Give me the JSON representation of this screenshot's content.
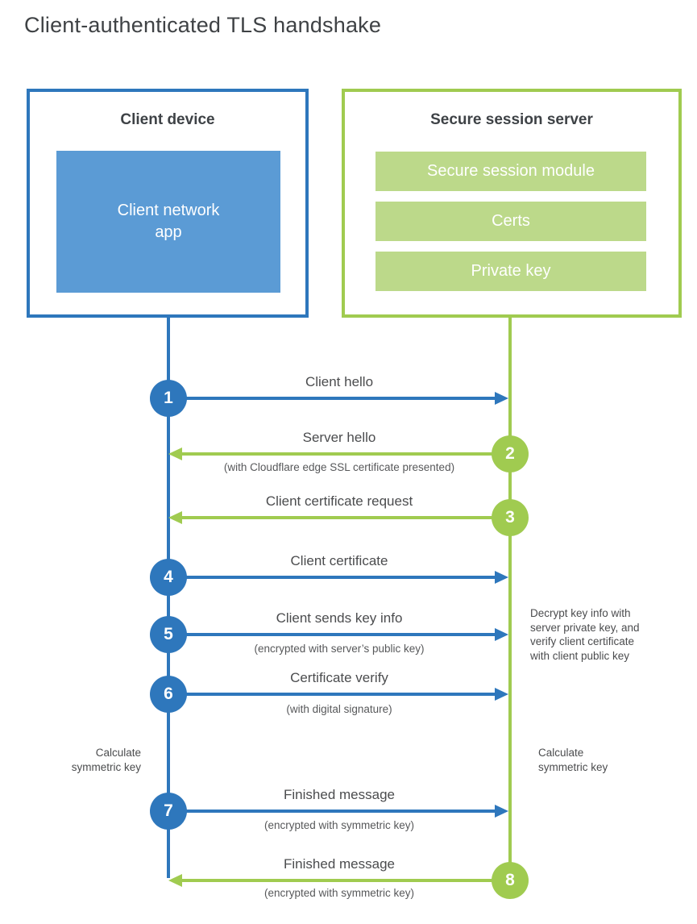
{
  "title": "Client-authenticated TLS handshake",
  "client_box": {
    "title": "Client device",
    "inner_label": "Client network\napp"
  },
  "server_box": {
    "title": "Secure session server",
    "modules": [
      "Secure session module",
      "Certs",
      "Private key"
    ]
  },
  "steps": [
    {
      "number": "1",
      "label": "Client hello",
      "sublabel": "",
      "direction": "right",
      "actor": "client"
    },
    {
      "number": "2",
      "label": "Server hello",
      "sublabel": "(with Cloudflare edge SSL certificate presented)",
      "direction": "left",
      "actor": "server"
    },
    {
      "number": "3",
      "label": "Client certificate request",
      "sublabel": "",
      "direction": "left",
      "actor": "server"
    },
    {
      "number": "4",
      "label": "Client certificate",
      "sublabel": "",
      "direction": "right",
      "actor": "client"
    },
    {
      "number": "5",
      "label": "Client sends key info",
      "sublabel": "(encrypted with server’s public key)",
      "direction": "right",
      "actor": "client"
    },
    {
      "number": "6",
      "label": "Certificate verify",
      "sublabel": "(with digital signature)",
      "direction": "right",
      "actor": "client"
    },
    {
      "number": "7",
      "label": "Finished message",
      "sublabel": "(encrypted with symmetric key)",
      "direction": "right",
      "actor": "client"
    },
    {
      "number": "8",
      "label": "Finished message",
      "sublabel": "(encrypted with symmetric key)",
      "direction": "left",
      "actor": "server"
    }
  ],
  "annotations": {
    "decrypt_note": "Decrypt key info with\nserver private key, and\nverify client certificate\nwith client public key",
    "calculate_left": "Calculate\nsymmetric key",
    "calculate_right": "Calculate\nsymmetric key"
  },
  "colors": {
    "blue": "#2e77bc",
    "light_blue": "#5b9bd5",
    "green": "#a0cb50",
    "light_green": "#bcd98a"
  }
}
